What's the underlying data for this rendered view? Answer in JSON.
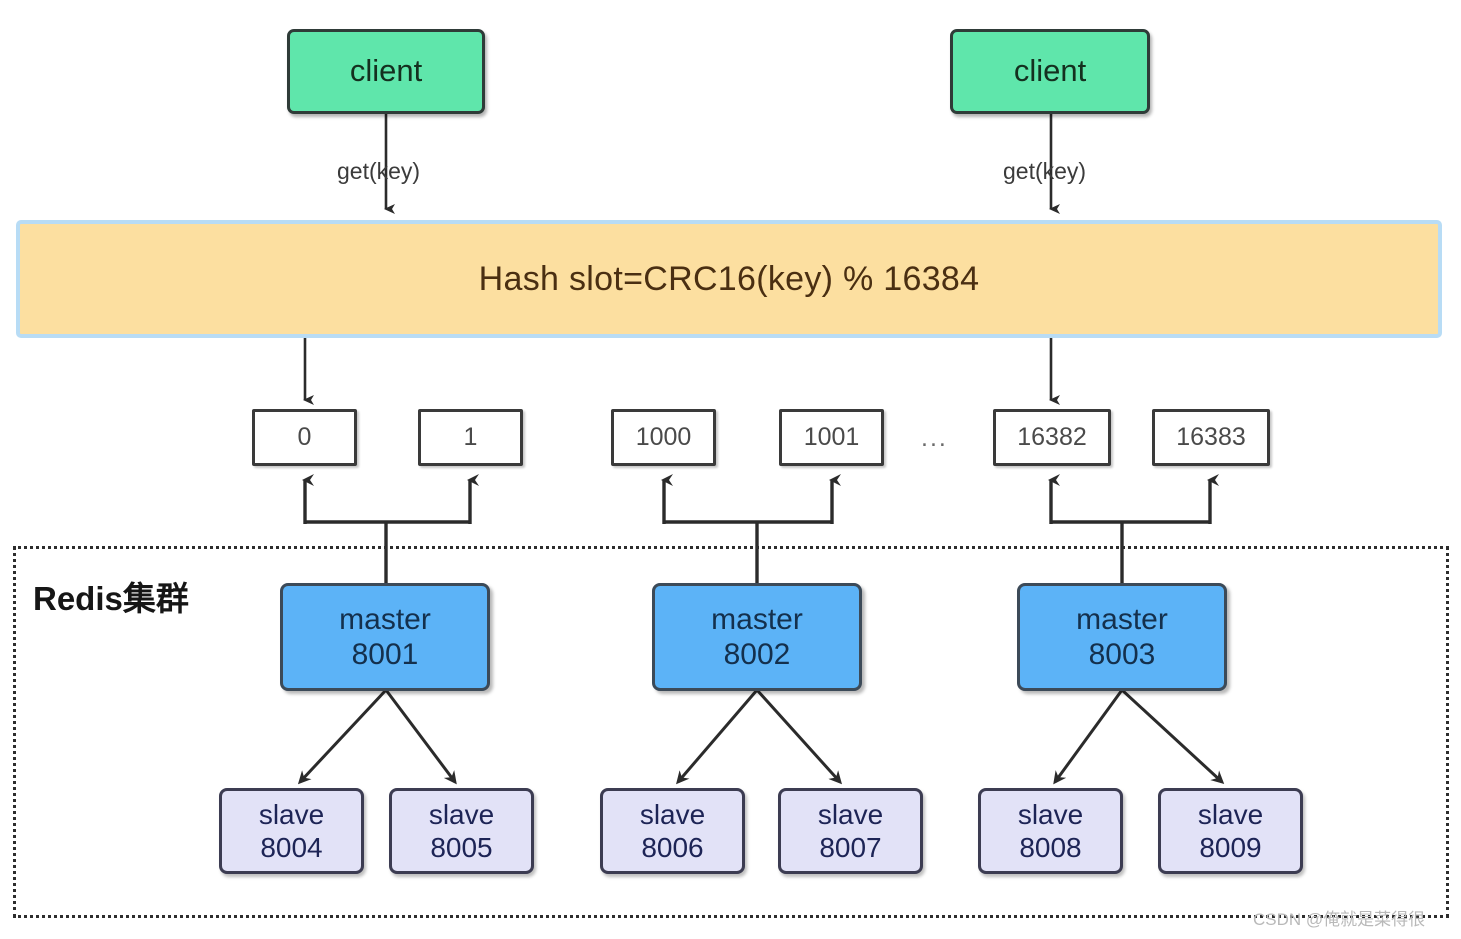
{
  "diagram": {
    "title": "Redis Cluster Hash Slot Routing",
    "colors": {
      "client_fill": "#5fe6ab",
      "banner_fill": "#fcdfa0",
      "banner_border": "#b8dcf5",
      "master_fill": "#5cb3f7",
      "slave_fill": "#e2e2f7",
      "slot_fill": "#ffffff",
      "stroke": "#2d2d2d"
    }
  },
  "clients": [
    {
      "label": "client",
      "edge_label": "get(key)"
    },
    {
      "label": "client",
      "edge_label": "get(key)"
    }
  ],
  "hash_banner": {
    "text": "Hash slot=CRC16(key) % 16384"
  },
  "slots": [
    {
      "label": "0"
    },
    {
      "label": "1"
    },
    {
      "label": "1000"
    },
    {
      "label": "1001"
    },
    {
      "label": "16382"
    },
    {
      "label": "16383"
    }
  ],
  "slot_ellipsis": "...",
  "cluster": {
    "label": "Redis集群",
    "masters": [
      {
        "role": "master",
        "port": "8001"
      },
      {
        "role": "master",
        "port": "8002"
      },
      {
        "role": "master",
        "port": "8003"
      }
    ],
    "slaves": [
      {
        "role": "slave",
        "port": "8004"
      },
      {
        "role": "slave",
        "port": "8005"
      },
      {
        "role": "slave",
        "port": "8006"
      },
      {
        "role": "slave",
        "port": "8007"
      },
      {
        "role": "slave",
        "port": "8008"
      },
      {
        "role": "slave",
        "port": "8009"
      }
    ]
  },
  "watermark": {
    "text": "CSDN @俺就是菜得很"
  }
}
